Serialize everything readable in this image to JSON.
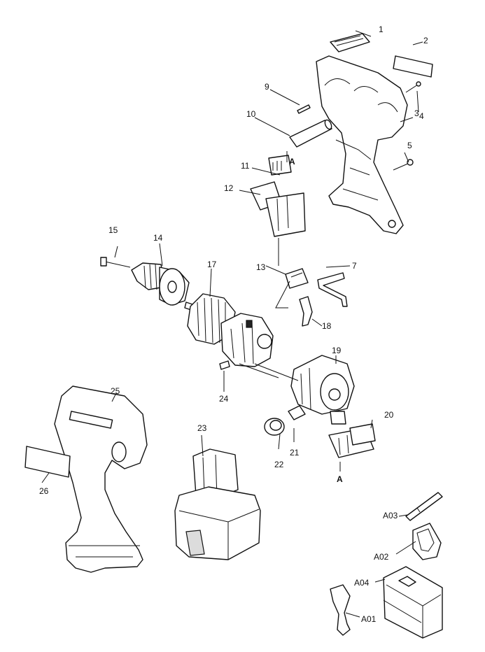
{
  "callouts": {
    "c1": "1",
    "c2": "2",
    "c3": "3",
    "c4": "4",
    "c5": "5",
    "c7": "7",
    "c9": "9",
    "c10": "10",
    "c11": "11",
    "c12": "12",
    "c13": "13",
    "c14": "14",
    "c15": "15",
    "c17": "17",
    "c18": "18",
    "c19": "19",
    "c20": "20",
    "c21": "21",
    "c22": "22",
    "c23": "23",
    "c24": "24",
    "c25": "25",
    "c26": "26",
    "a01": "A01",
    "a02": "A02",
    "a03": "A03",
    "a04": "A04"
  },
  "connection_marks": {
    "top": "A",
    "bottom": "A"
  }
}
